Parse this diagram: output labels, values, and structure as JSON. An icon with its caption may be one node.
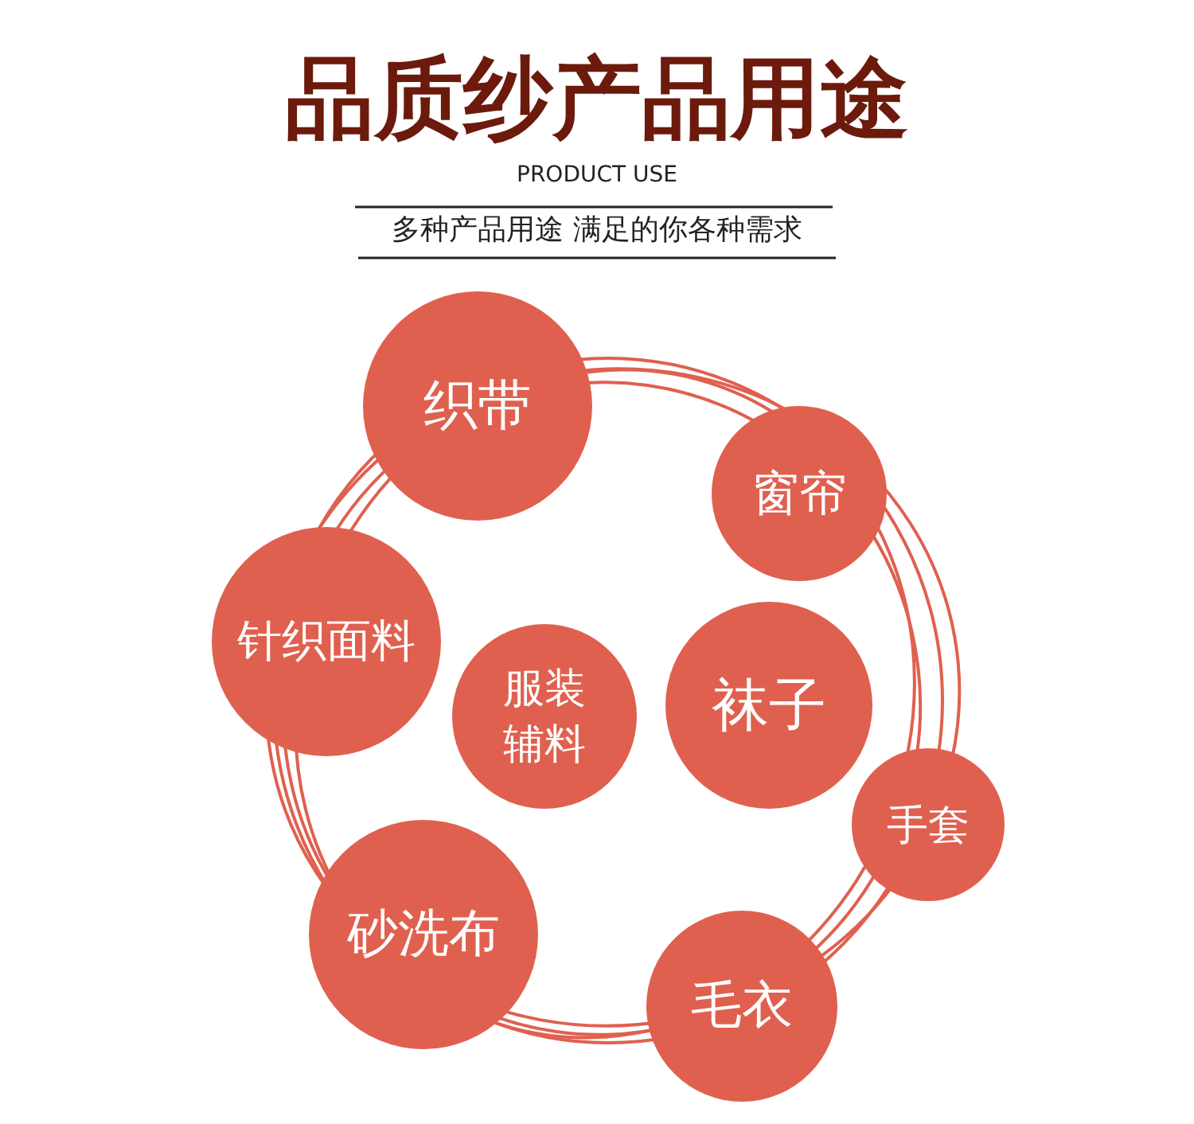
{
  "diagram": {
    "title": "品质纱产品用途",
    "nodes": [
      {
        "text": [
          "织带"
        ]
      },
      {
        "text": [
          "窗帘"
        ]
      },
      {
        "text": [
          "针织面料"
        ]
      },
      {
        "text": [
          "服装辅料"
        ]
      },
      {
        "text": [
          "袜子"
        ]
      },
      {
        "text": [
          "手套"
        ]
      },
      {
        "text": [
          "砂洗布"
        ]
      },
      {
        "text": [
          "毛衣"
        ]
      }
    ],
    "edges": [],
    "labels": [
      "PRODUCT USE",
      "多种产品用途 满足的你各种需求"
    ]
  }
}
